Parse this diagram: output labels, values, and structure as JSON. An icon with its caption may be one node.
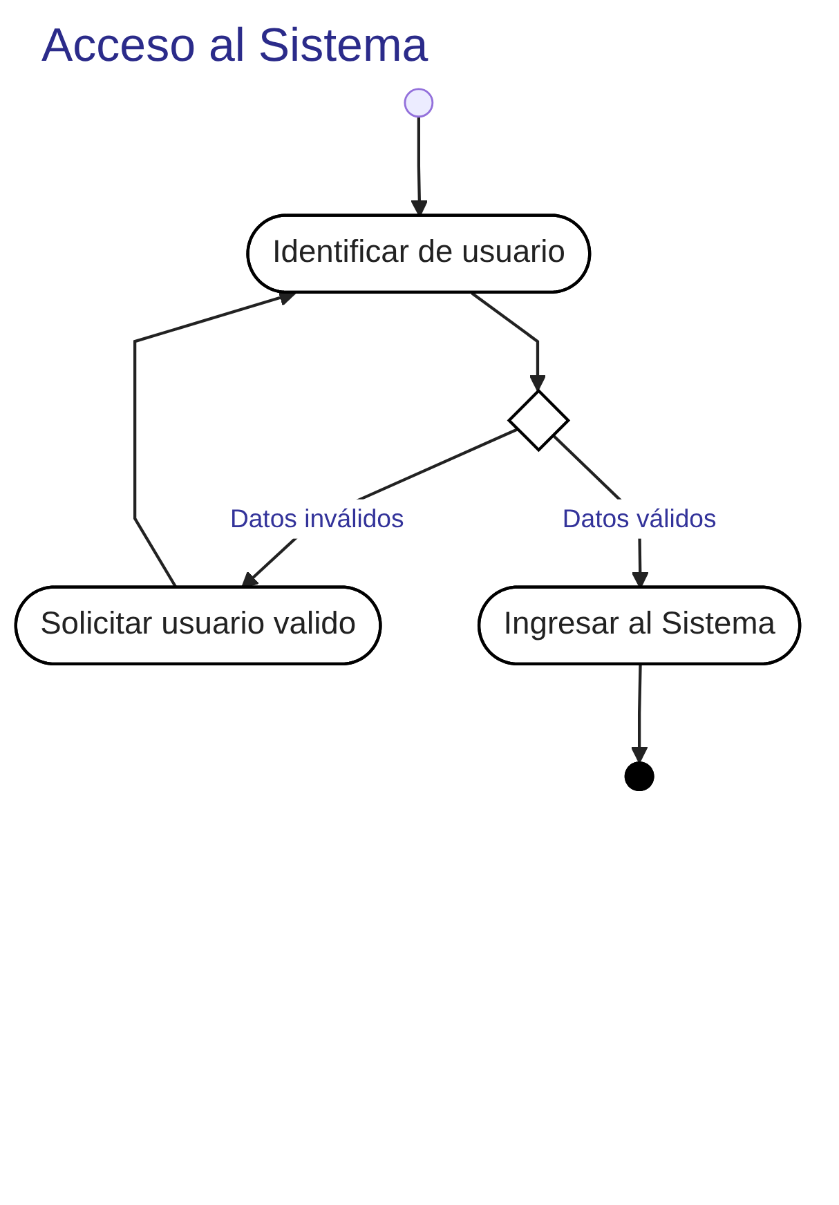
{
  "diagram": {
    "title": "Acceso al Sistema",
    "nodes": [
      {
        "text": [],
        "shape": "circle"
      },
      {
        "text": [
          "Identificar de usuario"
        ]
      },
      {
        "text": [],
        "shape": "diamond"
      },
      {
        "text": [
          "Solicitar usuario valido"
        ]
      },
      {
        "text": [
          "Ingresar al Sistema"
        ]
      },
      {
        "text": [],
        "shape": "circle"
      }
    ],
    "edges": [
      {
        "from": 0,
        "to": 1,
        "arrow": "to"
      },
      {
        "from": 1,
        "to": 2,
        "arrow": "to"
      },
      {
        "from": 2,
        "to": 3,
        "arrow": "to",
        "label": "Datos inválidos"
      },
      {
        "from": 3,
        "to": 1,
        "arrow": "to"
      },
      {
        "from": 2,
        "to": 4,
        "arrow": "to",
        "label": "Datos válidos"
      },
      {
        "from": 4,
        "to": 5,
        "arrow": "to"
      }
    ]
  }
}
